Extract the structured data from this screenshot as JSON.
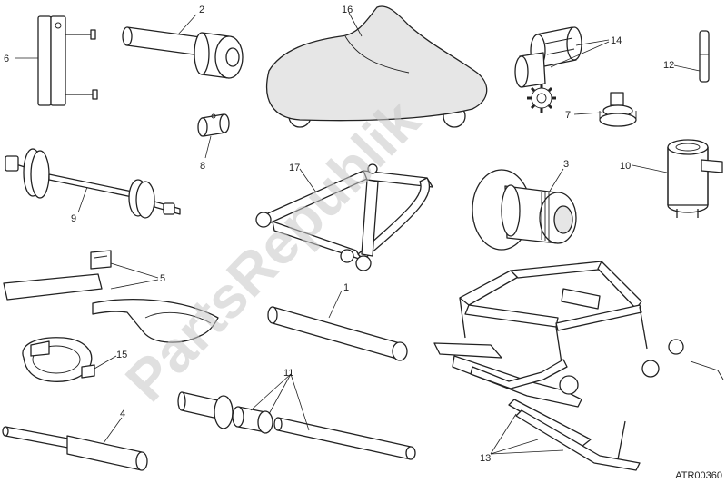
{
  "watermark": "PartsRepublik",
  "drawing_code": "ATR00360",
  "callouts": {
    "c1": "1",
    "c2": "2",
    "c3": "3",
    "c4": "4",
    "c5": "5",
    "c6": "6",
    "c7": "7",
    "c8": "8",
    "c9": "9",
    "c10": "10",
    "c11": "11",
    "c12": "12",
    "c13": "13",
    "c14": "14",
    "c15": "15",
    "c16": "16",
    "c17": "17"
  }
}
